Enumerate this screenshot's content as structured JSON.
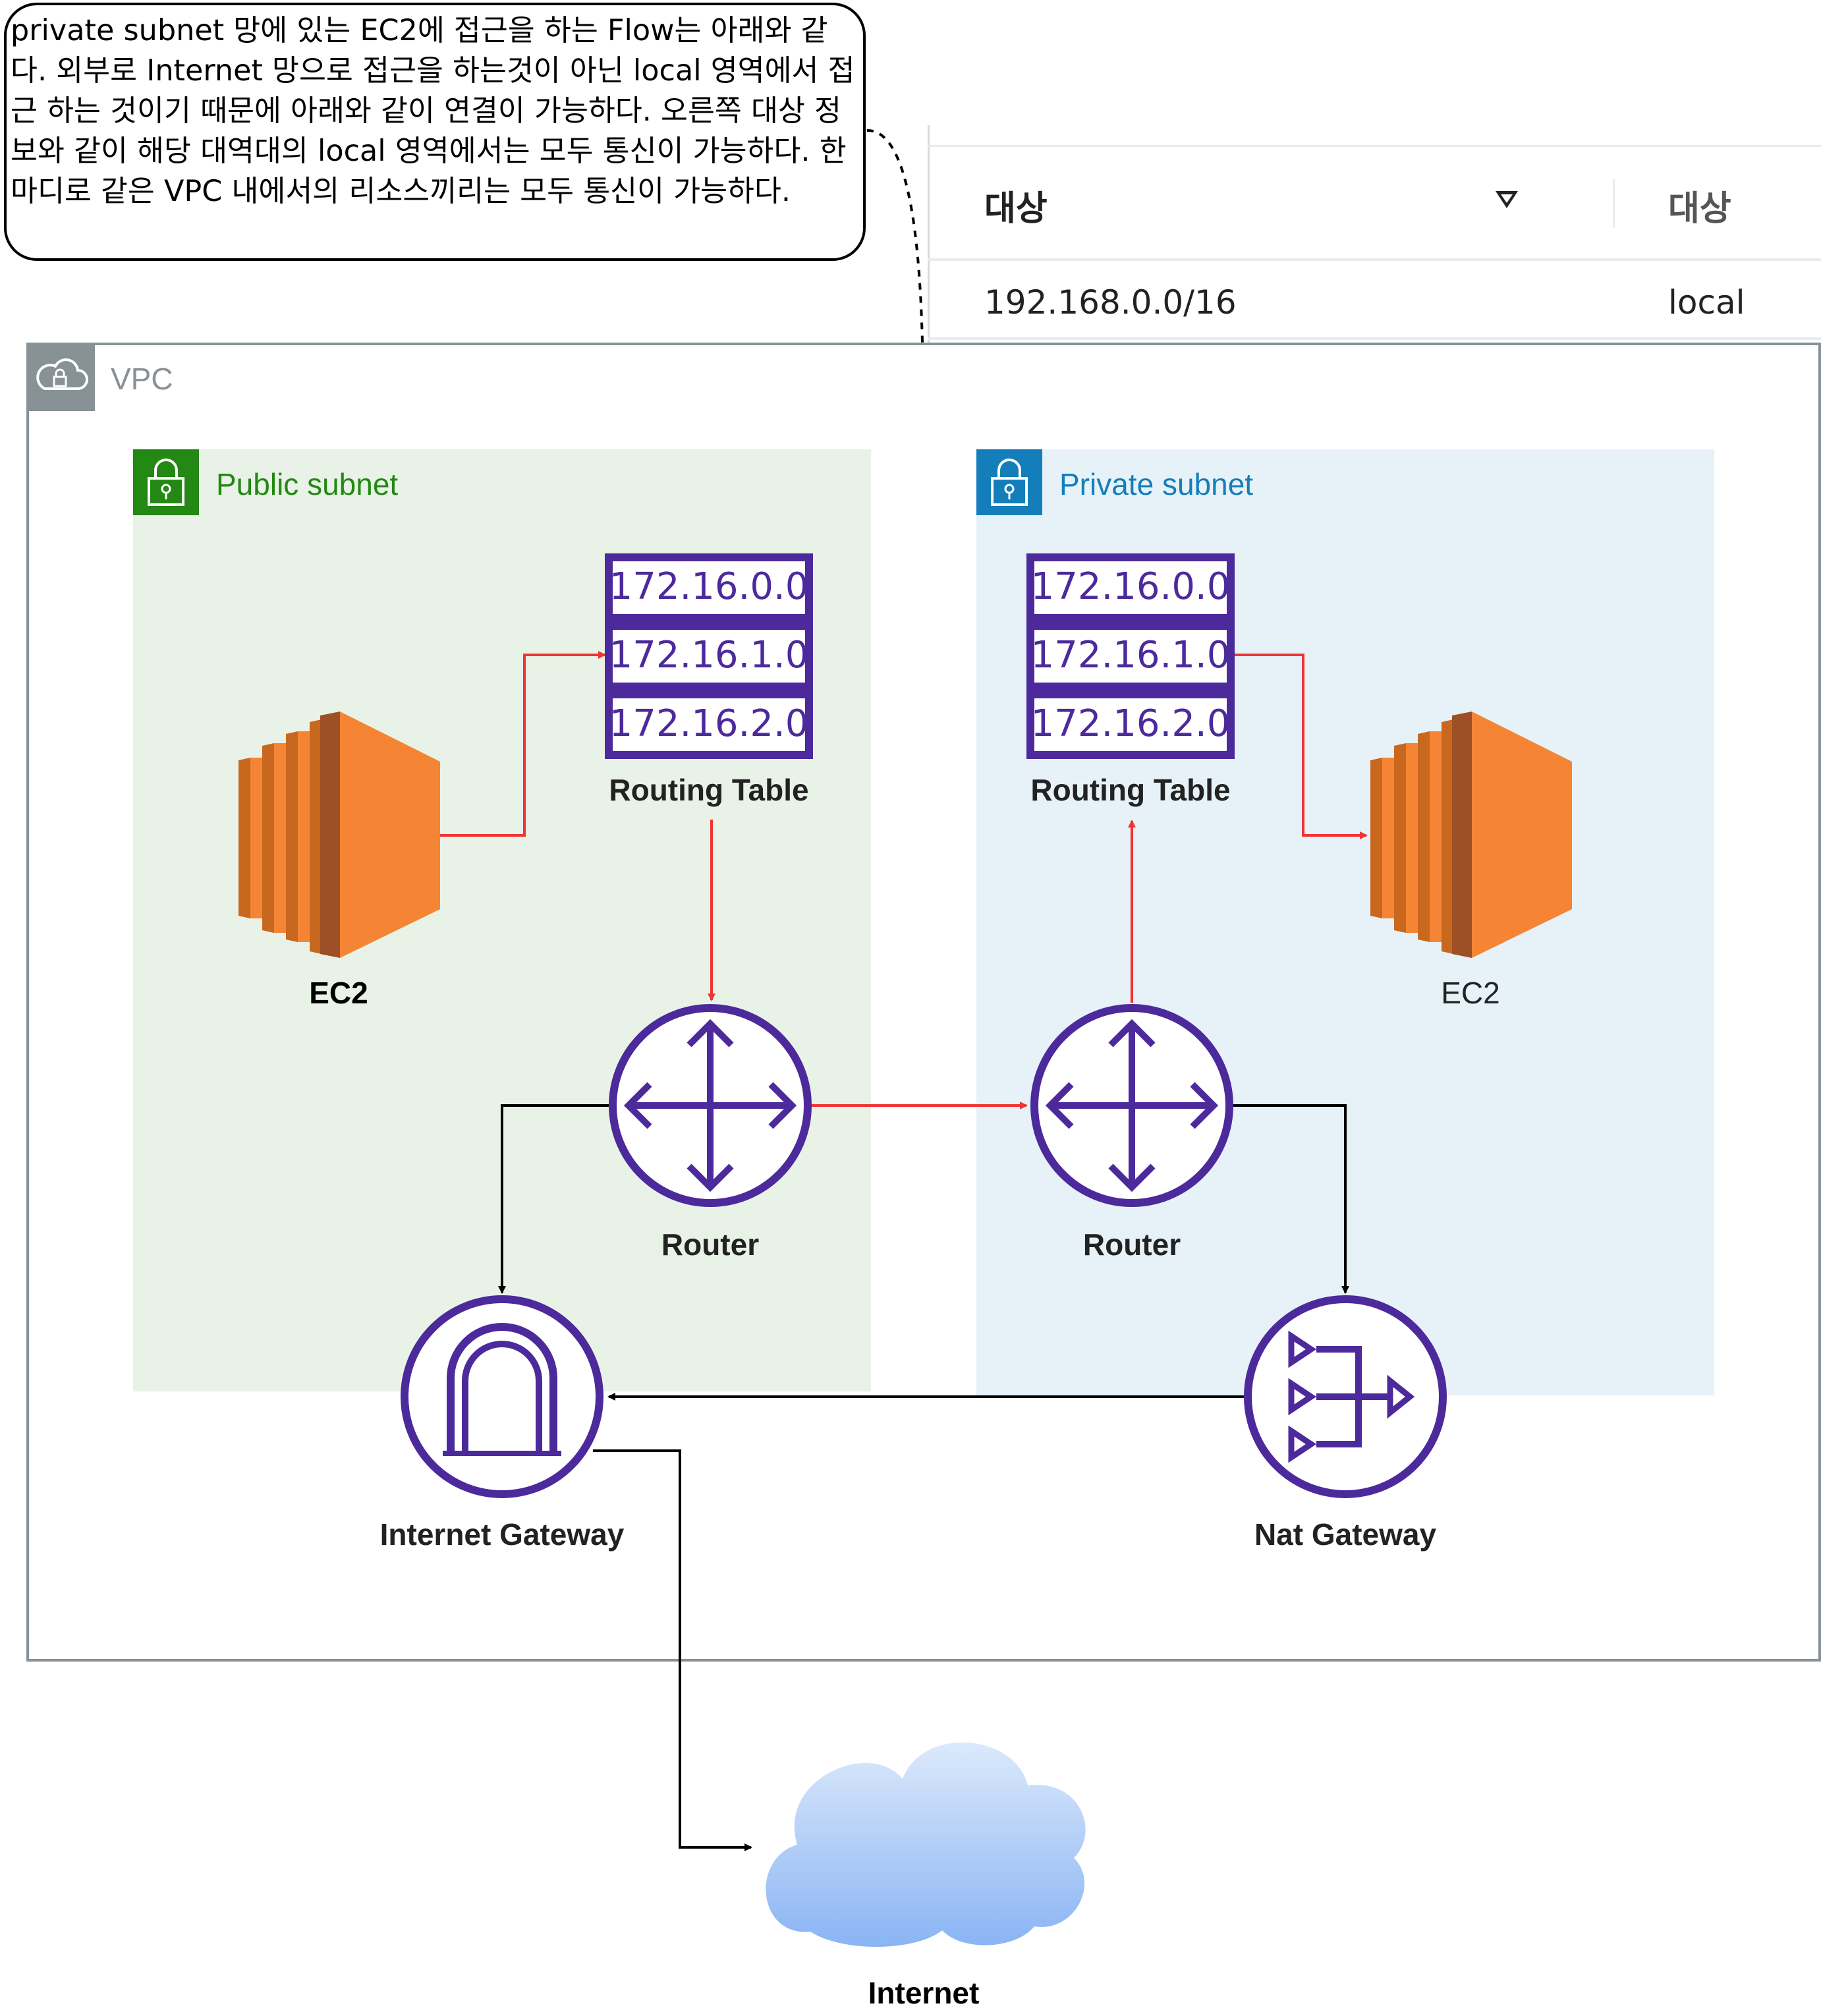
{
  "callout": {
    "text": "private subnet 망에 있는 EC2에 접근을 하는 Flow는 아래와 같다. 외부로 Internet 망으로 접근을 하는것이 아닌 local 영역에서 접근 하는 것이기 때문에 아래와 같이 연결이 가능하다. 오른쪽 대상 정보와 같이 해당 대역대의 local 영역에서는 모두 통신이 가능하다. 한마디로 같은 VPC 내에서의 리소스끼리는 모두 통신이 가능하다."
  },
  "route_table": {
    "headers": [
      "대상",
      "대상"
    ],
    "row": {
      "destination": "192.168.0.0/16",
      "target": "local"
    }
  },
  "vpc": {
    "label": "VPC"
  },
  "public_subnet": {
    "label": "Public subnet",
    "ec2_label": "EC2",
    "routing_table": {
      "label": "Routing Table",
      "entries": [
        "172.16.0.0",
        "172.16.1.0",
        "172.16.2.0"
      ]
    },
    "router_label": "Router"
  },
  "private_subnet": {
    "label": "Private subnet",
    "ec2_label": "EC2",
    "routing_table": {
      "label": "Routing Table",
      "entries": [
        "172.16.0.0",
        "172.16.1.0",
        "172.16.2.0"
      ]
    },
    "router_label": "Router"
  },
  "internet_gateway": {
    "label": "Internet Gateway"
  },
  "nat_gateway": {
    "label": "Nat Gateway"
  },
  "internet": {
    "label": "Internet"
  },
  "colors": {
    "aws_purple": "#4c2a9c",
    "ec2_orange": "#f58534",
    "flow_red": "#f03333",
    "public_green": "#248814",
    "private_blue": "#147eba",
    "vpc_gray": "#879196"
  }
}
